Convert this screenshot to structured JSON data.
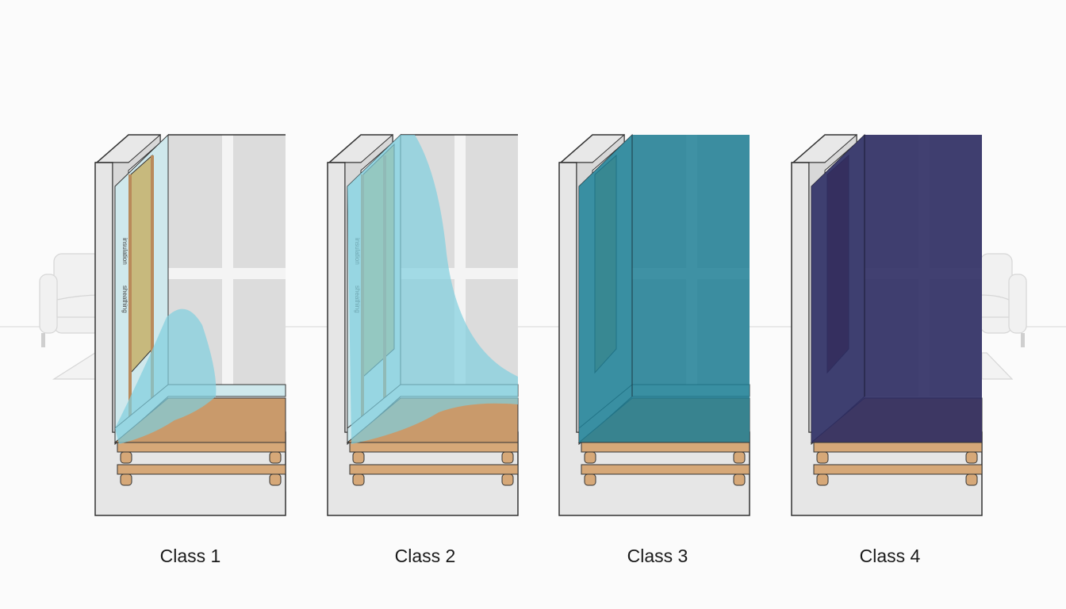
{
  "diagram": {
    "subject": "Water damage classes illustrated by cutaway room corners",
    "panels": [
      {
        "id": "class-1",
        "label": "Class 1",
        "water_level": "low puddle reaching lower wall and part of floor",
        "water_color": "#7fcfde",
        "water_opacity": 0.7
      },
      {
        "id": "class-2",
        "label": "Class 2",
        "water_level": "high wicking up full wall height and across most of floor",
        "water_color": "#7fcfde",
        "water_opacity": 0.7
      },
      {
        "id": "class-3",
        "label": "Class 3",
        "water_level": "entire room saturated",
        "water_color": "#1f7f95",
        "water_opacity": 0.85
      },
      {
        "id": "class-4",
        "label": "Class 4",
        "water_level": "entire room deeply saturated including structural materials",
        "water_color": "#2e2c63",
        "water_opacity": 0.9
      }
    ],
    "wall_board_text": [
      "insulation",
      "sheathing"
    ],
    "background": {
      "left_furniture": "sofa-outline",
      "right_furniture": "sofa-outline",
      "colors": {
        "background": "#fbfbfb",
        "concrete": "#d9d9d9",
        "wood": "#c99a6b",
        "insulation": "#c8b87a",
        "drywall": "#c9c9c9",
        "window_frame": "#f2f2f2"
      }
    }
  }
}
